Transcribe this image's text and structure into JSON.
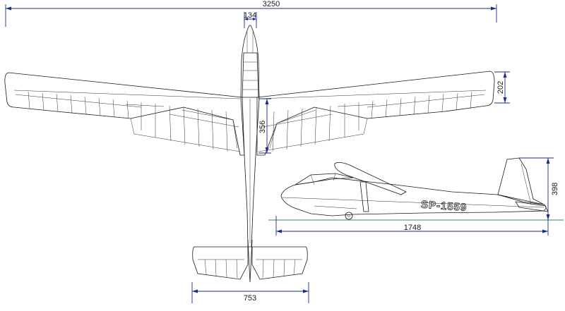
{
  "dimensions": {
    "wingspan": "3250",
    "fuselage_width": "134",
    "wing_tip_height": "202",
    "wing_root_chord": "356",
    "length": "1748",
    "height": "398",
    "tailplane_span": "753"
  },
  "registration": "SP-1559",
  "colors": {
    "dimension_line": "#1e2a8c",
    "ground_line": "#2e8b57",
    "outline": "#1a1a1a"
  }
}
